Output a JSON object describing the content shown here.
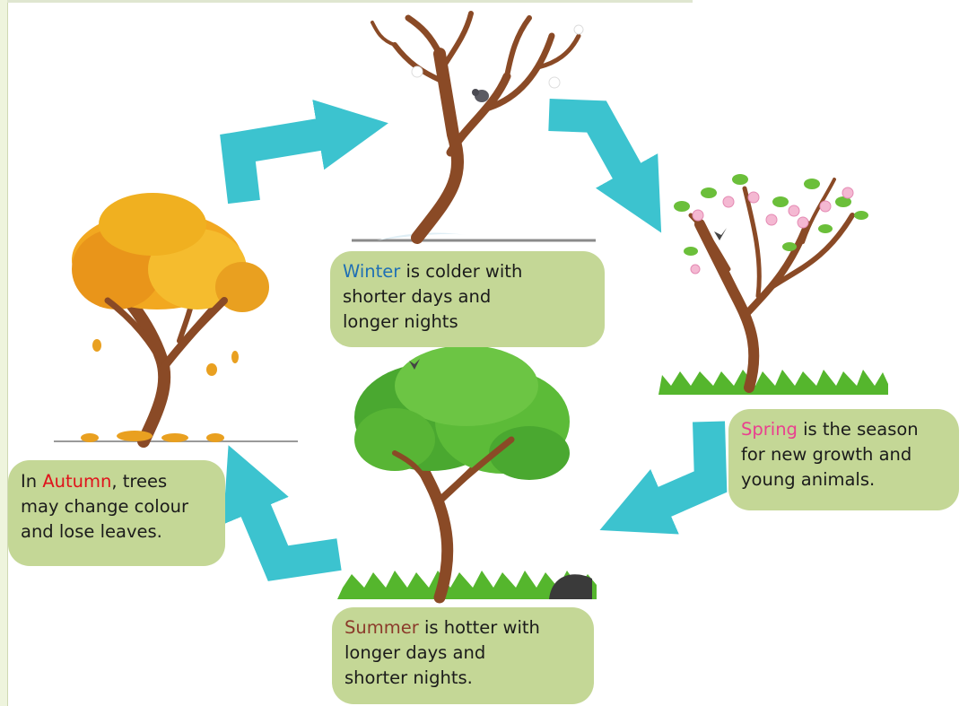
{
  "colors": {
    "arrow": "#3cc3cf",
    "box_fill": "#c4d796",
    "winter": "#1f6fb4",
    "spring": "#ea3f8f",
    "summer": "#8b3a2a",
    "autumn": "#e0121b",
    "trunk": "#8a4a26"
  },
  "boxes": {
    "winter": {
      "season": "Winter",
      "line1_rest": " is colder with",
      "line2": "shorter days and",
      "line3": "longer nights"
    },
    "spring": {
      "season": "Spring",
      "line1_rest": " is the season",
      "line2": "for new growth and",
      "line3": "young animals."
    },
    "summer": {
      "season": "Summer",
      "line1_rest": " is hotter with",
      "line2": "longer days and",
      "line3": "shorter nights."
    },
    "autumn": {
      "line1_prefix": "In ",
      "season": "Autumn",
      "line1_rest": ", trees",
      "line2": "may change colour",
      "line3": "and lose leaves."
    }
  },
  "illustrations": [
    "winter-tree",
    "spring-tree",
    "summer-tree",
    "autumn-tree"
  ],
  "arrows": [
    "autumn-to-winter",
    "winter-to-spring",
    "spring-to-summer",
    "summer-to-autumn"
  ]
}
